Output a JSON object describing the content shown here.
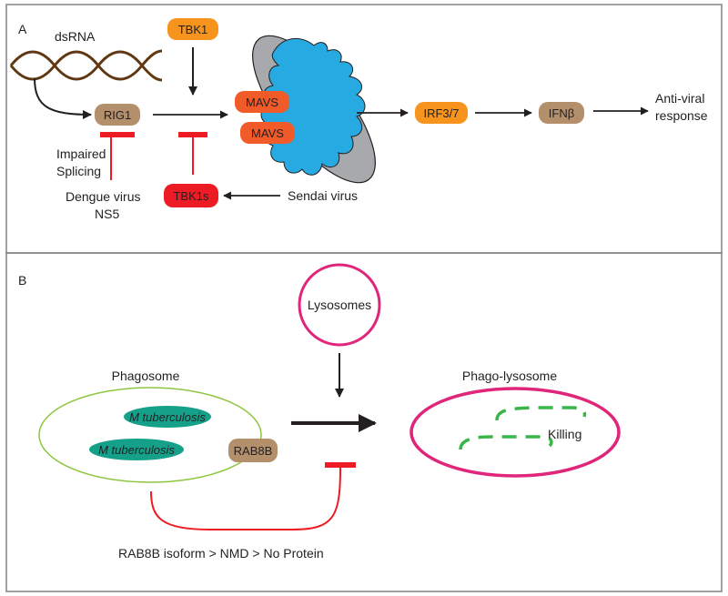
{
  "panel_a": {
    "letter": "A",
    "dsrna": "dsRNA",
    "tbk1": "TBK1",
    "rig1": "RIG1",
    "mavs_1": "MAVS",
    "mavs_2": "MAVS",
    "irf": "IRF3/7",
    "ifnb": "IFNβ",
    "antiviral_1": "Anti-viral",
    "antiviral_2": "response",
    "impaired_1": "Impaired",
    "impaired_2": "Splicing",
    "dengue_1": "Dengue virus",
    "dengue_2": "NS5",
    "tbk1s": "TBK1s",
    "sendai": "Sendai virus"
  },
  "panel_b": {
    "letter": "B",
    "lysosomes": "Lysosomes",
    "phagosome": "Phagosome",
    "mtb_1": "M tuberculosis",
    "mtb_2": "M tuberculosis",
    "rab8b": "RAB8B",
    "phagolysosome": "Phago-lysosome",
    "killing": "Killing",
    "rab8b_isoform": "RAB8B isoform > NMD > No Protein"
  },
  "colors": {
    "tan": "#b3906b",
    "orange": "#f7941d",
    "red_orange": "#f15a29",
    "red": "#ed1c24",
    "mito_grey": "#a7a9ac",
    "mito_blue": "#27aae1",
    "green_teal": "#15a08a",
    "magenta": "#e0267a",
    "lime": "#8dc63f",
    "dash_green": "#39b54a",
    "dsrna_brown": "#603913"
  }
}
